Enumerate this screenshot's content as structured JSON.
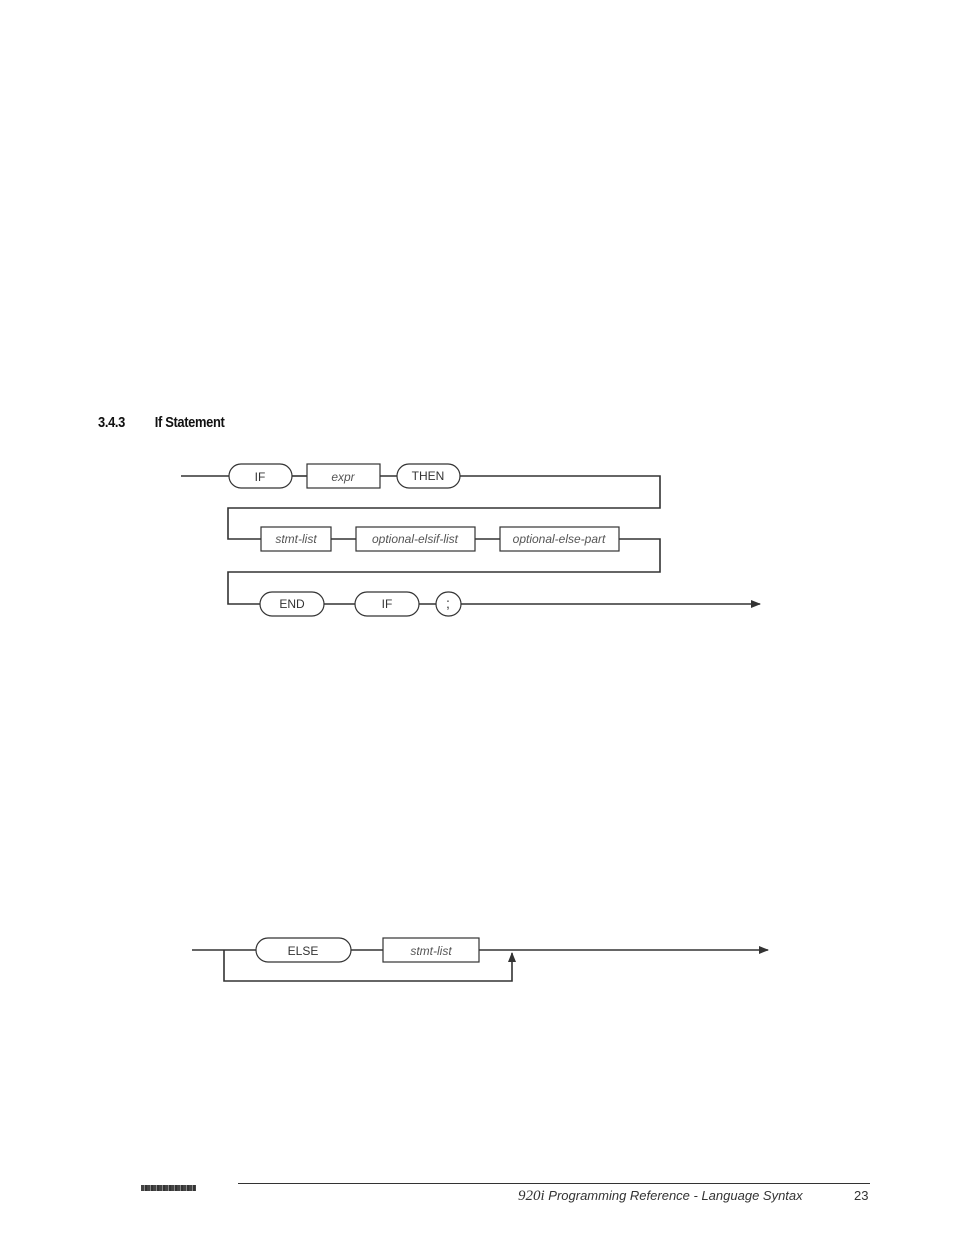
{
  "section": {
    "number": "3.4.3",
    "title": "If Statement"
  },
  "if_diagram": {
    "keywords": {
      "if": "IF",
      "then": "THEN",
      "end": "END",
      "if2": "IF",
      "semicolon": ";"
    },
    "nonterminals": {
      "expr": "expr",
      "stmt_list": "stmt-list",
      "elsif_list": "optional-elsif-list",
      "else_part": "optional-else-part"
    }
  },
  "else_diagram": {
    "keywords": {
      "else": "ELSE"
    },
    "nonterminals": {
      "stmt_list": "stmt-list"
    }
  },
  "footer": {
    "model": "920i",
    "title": " Programming Reference - Language Syntax",
    "page": "23"
  }
}
